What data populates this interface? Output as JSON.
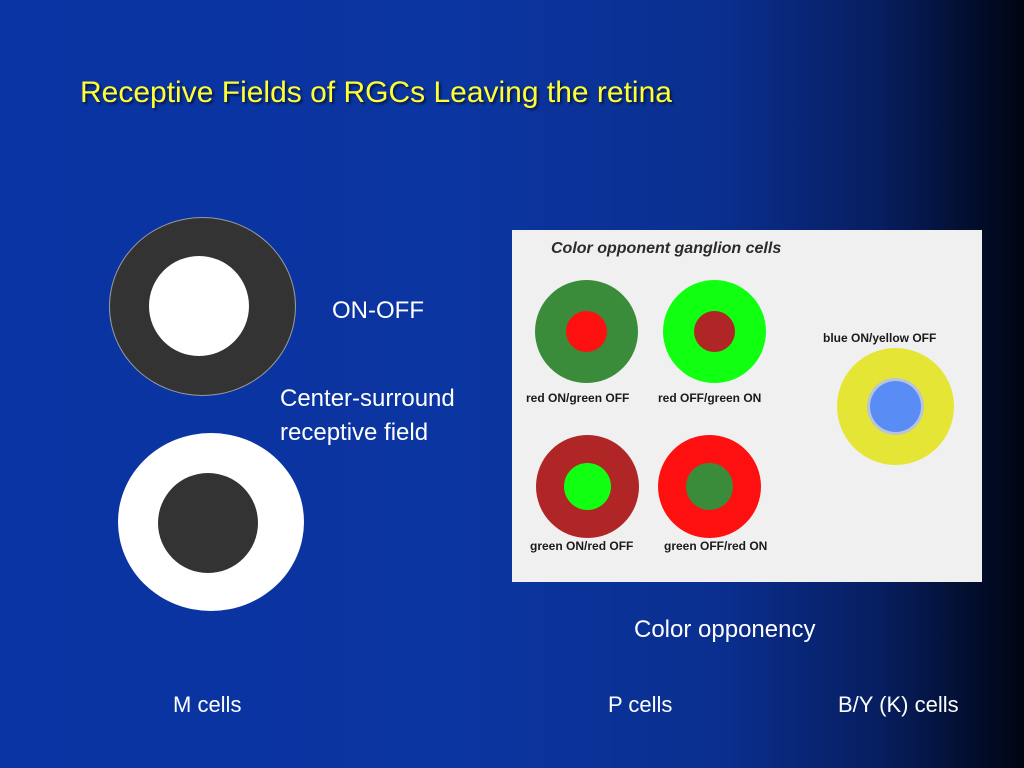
{
  "slide": {
    "title": "Receptive Fields of RGCs Leaving the retina",
    "on_off_label": "ON-OFF",
    "center_surround_line1": "Center-surround",
    "center_surround_line2": "receptive field",
    "color_opponency_label": "Color opponency",
    "bottom_labels": {
      "m_cells": "M cells",
      "p_cells": "P cells",
      "by_cells": "B/Y (K) cells"
    }
  },
  "receptive_fields": [
    {
      "name": "on-center",
      "surround_color": "#333333",
      "center_color": "#ffffff"
    },
    {
      "name": "off-center",
      "surround_color": "#ffffff",
      "center_color": "#333333"
    }
  ],
  "opponent_panel": {
    "title": "Color opponent ganglion cells",
    "cells": [
      {
        "label": "red ON/green OFF",
        "surround_color": "#3a8c3a",
        "center_color": "#ff1010"
      },
      {
        "label": "red OFF/green ON",
        "surround_color": "#11ff11",
        "center_color": "#b02525"
      },
      {
        "label": "green ON/red OFF",
        "surround_color": "#b02525",
        "center_color": "#11ff11"
      },
      {
        "label": "green OFF/red ON",
        "surround_color": "#ff1010",
        "center_color": "#3a8c3a"
      },
      {
        "label": "blue ON/yellow OFF",
        "surround_color": "#e5e535",
        "center_color": "#5a8cf5"
      }
    ]
  },
  "colors": {
    "title": "#ffff33",
    "background_left": "#0a33a3",
    "background_right": "#000511",
    "panel_background": "#f0f0f0"
  }
}
